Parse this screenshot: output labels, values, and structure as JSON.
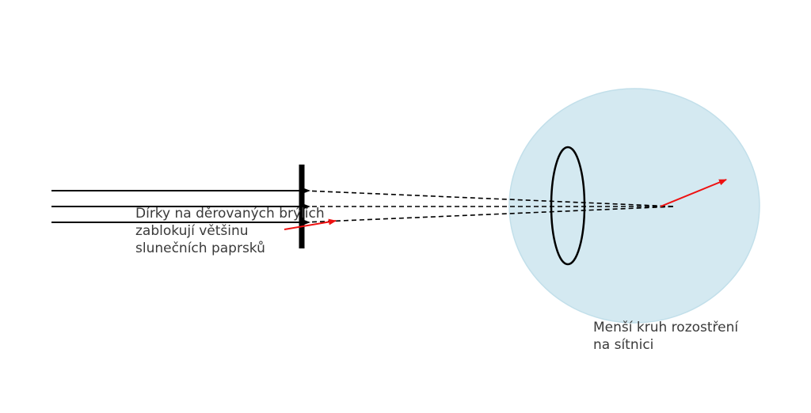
{
  "labels": {
    "pinhole_line1": "Dírky na děrovaných brýlích",
    "pinhole_line2": "zablokují většinu",
    "pinhole_line3": "slunečních paprsků",
    "retina_line1": "Menší kruh rozostření",
    "retina_line2": "na sítnici"
  },
  "colors": {
    "eyeball_fill": "#d4e9f1",
    "eyeball_stroke": "#c2dfea",
    "ray": "#000000",
    "arrow": "#ee1111",
    "text": "#3a3a3a"
  }
}
